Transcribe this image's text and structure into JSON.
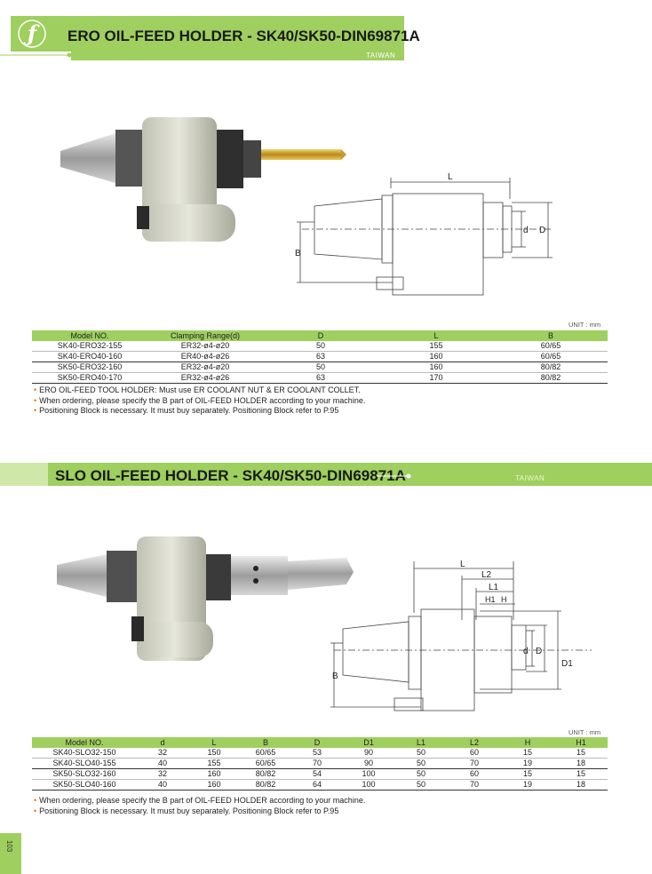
{
  "section1": {
    "title": "ERO OIL-FEED HOLDER - SK40/SK50-DIN69871A",
    "origin": "TAIWAN",
    "unit": "UNIT : mm",
    "columns": [
      "Model NO.",
      "Clamping Range(d)",
      "D",
      "L",
      "B"
    ],
    "rows": [
      [
        "SK40-ERO32-155",
        "ER32-ø4-ø20",
        "50",
        "155",
        "60/65"
      ],
      [
        "SK40-ERO40-160",
        "ER40-ø4-ø26",
        "63",
        "160",
        "60/65"
      ],
      [
        "SK50-ERO32-160",
        "ER32-ø4-ø20",
        "50",
        "160",
        "80/82"
      ],
      [
        "SK50-ERO40-170",
        "ER32-ø4-ø26",
        "63",
        "170",
        "80/82"
      ]
    ],
    "notes": [
      "ERO OIL-FEED TOOL HOLDER: Must use ER COOLANT NUT & ER COOLANT COLLET.",
      "When ordering, please specify the B part of OIL-FEED HOLDER according to your machine.",
      "Positioning Block is necessary. It must buy separately. Positioning Block refer to P.95"
    ],
    "dims": {
      "L": "L",
      "d": "d",
      "D": "D",
      "B": "B"
    }
  },
  "section2": {
    "title": "SLO OIL-FEED HOLDER - SK40/SK50-DIN69871A",
    "origin": "TAIWAN",
    "unit": "UNIT : mm",
    "columns": [
      "Model NO.",
      "d",
      "L",
      "B",
      "D",
      "D1",
      "L1",
      "L2",
      "H",
      "H1"
    ],
    "rows": [
      [
        "SK40-SLO32-150",
        "32",
        "150",
        "60/65",
        "53",
        "90",
        "50",
        "60",
        "15",
        "15"
      ],
      [
        "SK40-SLO40-155",
        "40",
        "155",
        "60/65",
        "70",
        "90",
        "50",
        "70",
        "19",
        "18"
      ],
      [
        "SK50-SLO32-160",
        "32",
        "160",
        "80/82",
        "54",
        "100",
        "50",
        "60",
        "15",
        "15"
      ],
      [
        "SK50-SLO40-160",
        "40",
        "160",
        "80/82",
        "64",
        "100",
        "50",
        "70",
        "19",
        "18"
      ]
    ],
    "notes": [
      "When ordering, please specify the B part of OIL-FEED HOLDER according to your machine.",
      "Positioning Block is necessary. It must buy separately. Positioning Block refer to P.95"
    ],
    "dims": {
      "L": "L",
      "L2": "L2",
      "L1": "L1",
      "H1": "H1",
      "H": "H",
      "d": "d",
      "D": "D",
      "D1": "D1",
      "B": "B"
    }
  },
  "page": {
    "number": "103"
  },
  "colors": {
    "accent": "#9fcf5e",
    "bullet": "#e67a00"
  }
}
